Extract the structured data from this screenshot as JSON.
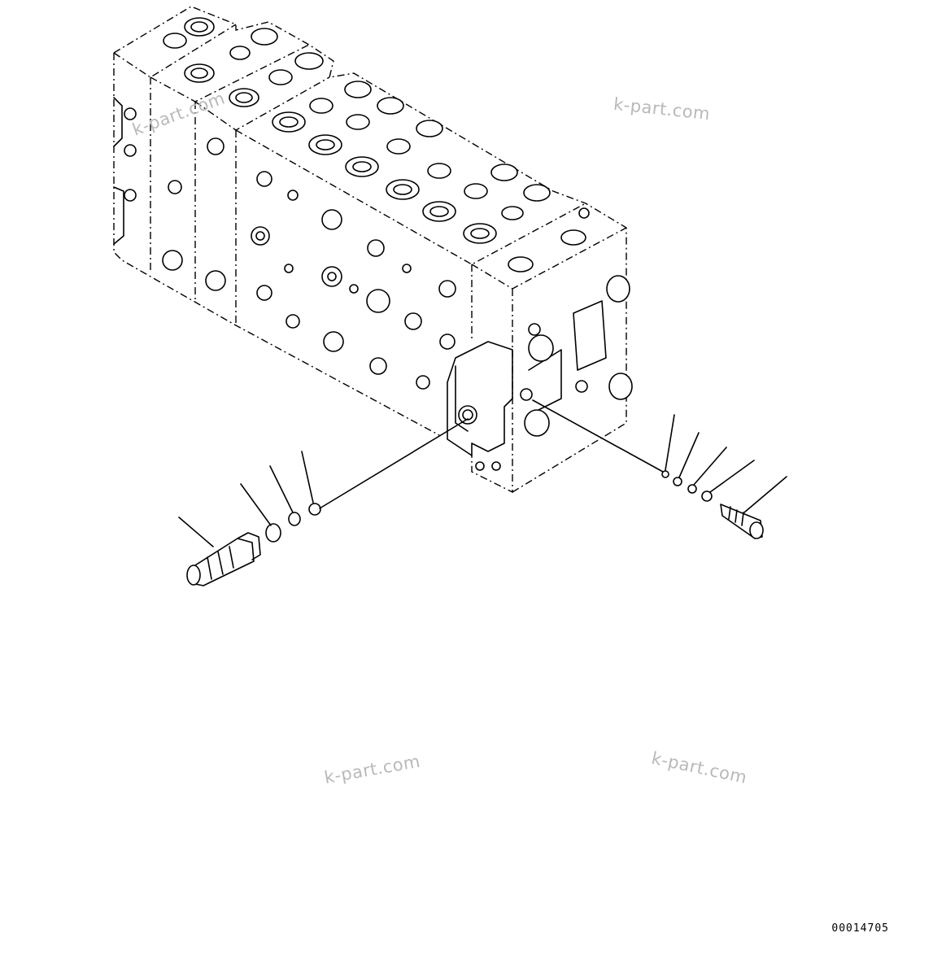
{
  "watermarks": [
    "k-part.com",
    "k-part.com",
    "k-part.com",
    "k-part.com"
  ],
  "drawing_number": "00014705"
}
